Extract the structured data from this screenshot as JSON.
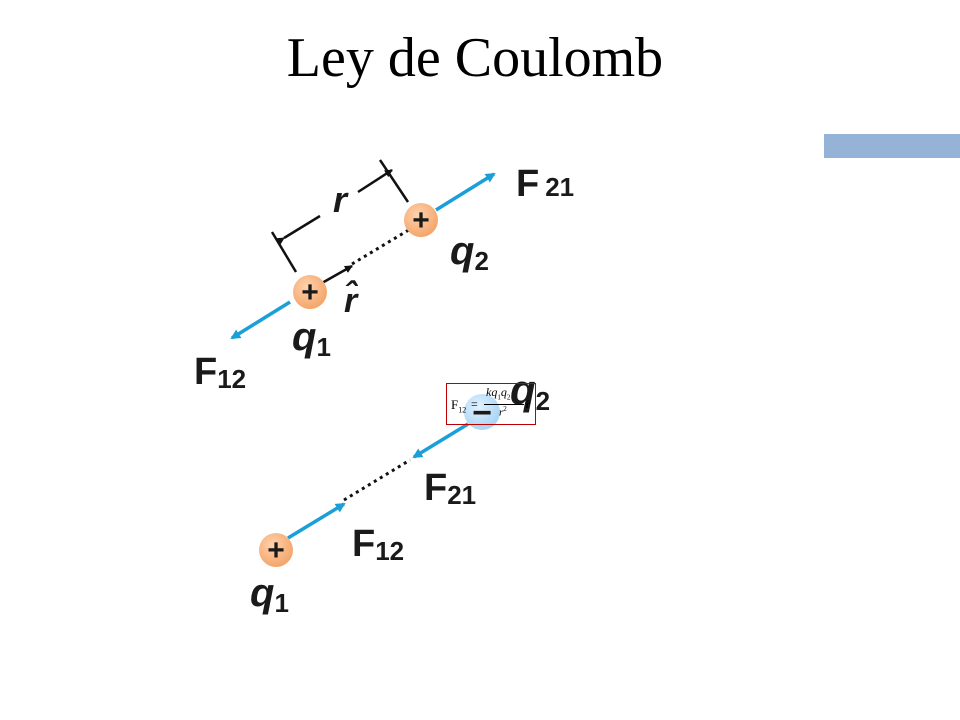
{
  "title": "Ley de Coulomb",
  "colors": {
    "accent_bar": "#95b3d7",
    "arrow": "#1b9fd8",
    "positive_charge": "#f4a56b",
    "negative_charge": "#a8d4f5",
    "formula_border": "#c00000"
  },
  "top_diagram": {
    "distance_label": "r",
    "unit_vector_label": "r̂",
    "q1": {
      "sign": "+",
      "name": "q",
      "sub": "1"
    },
    "q2": {
      "sign": "+",
      "name": "q",
      "sub": "2"
    },
    "force_21": {
      "name": "F",
      "sub": "21"
    },
    "force_12": {
      "name": "F",
      "sub": "12"
    }
  },
  "bottom_diagram": {
    "q1": {
      "sign": "+",
      "name": "q",
      "sub": "1"
    },
    "q2": {
      "sign": "−",
      "name": "q",
      "sub": "2"
    },
    "force_21": {
      "name": "F",
      "sub": "21"
    },
    "force_12": {
      "name": "F",
      "sub": "12"
    }
  },
  "formula": {
    "lhs": "F",
    "lhs_sub": "12",
    "equals": "=",
    "numerator_k": "kq",
    "numerator_sub1": "1",
    "numerator_q": "q",
    "numerator_sub2": "2",
    "denominator": "r",
    "denominator_exp": "2",
    "unit_vector": "r̂"
  }
}
